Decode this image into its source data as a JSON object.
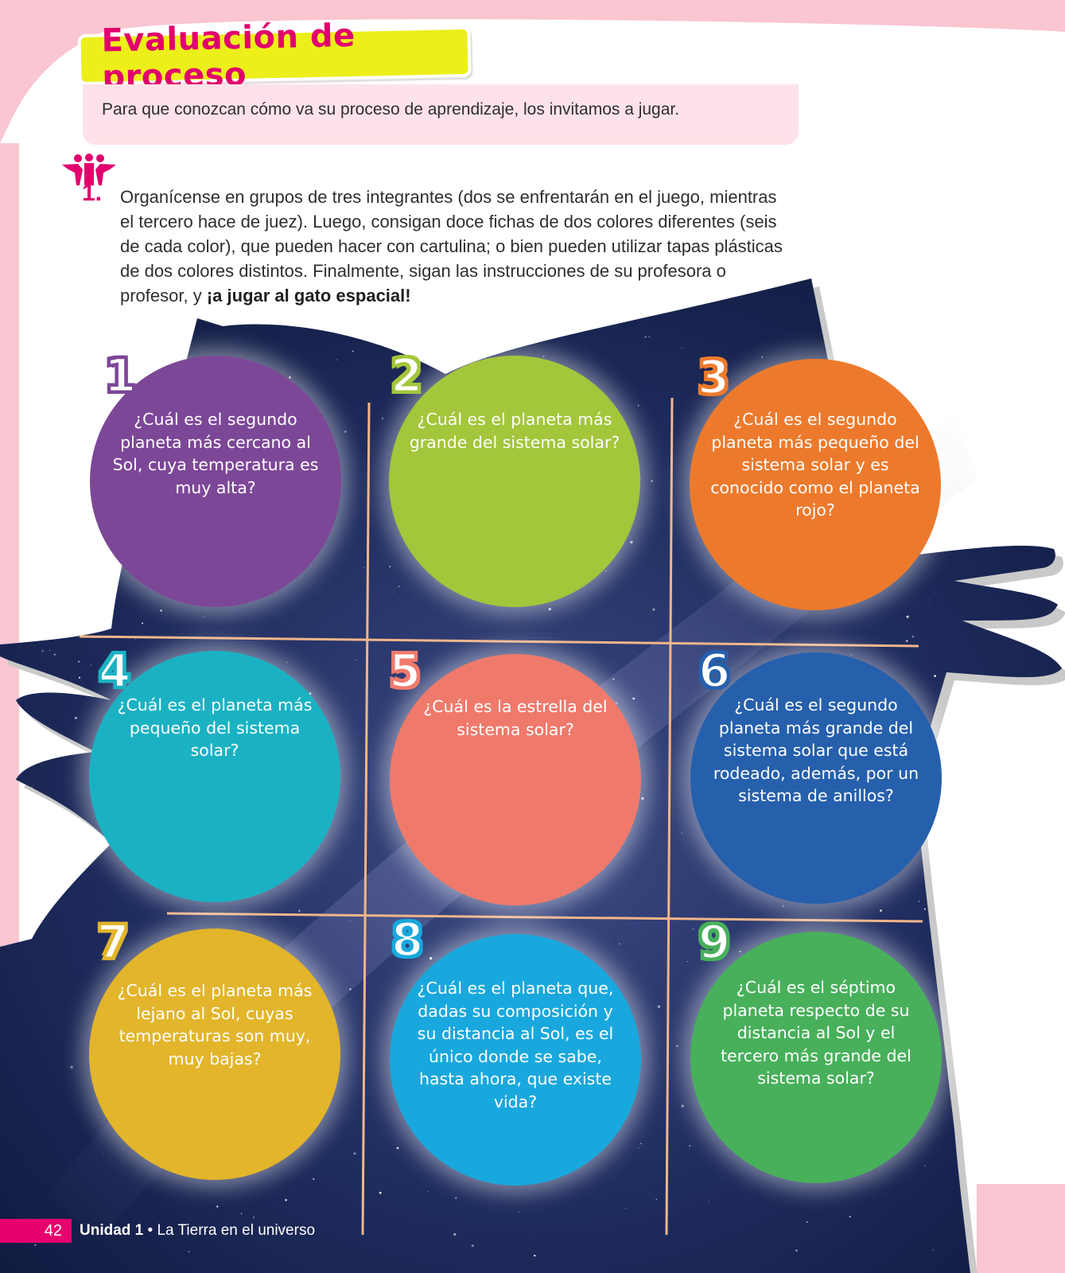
{
  "header": {
    "title": "Evaluación de proceso",
    "subtitle": "Para que conozcan cómo va su proceso de aprendizaje, los invitamos a jugar."
  },
  "activity": {
    "icon": "group-icon",
    "number": "1.",
    "text": "Organícense en grupos de tres integrantes (dos se enfrentarán en el juego, mientras el tercero hace de juez). Luego, consigan doce fichas de dos colores diferentes (seis de cada color), que pueden hacer con cartulina; o bien pueden utilizar tapas plásticas de dos colores distintos. Finalmente, sigan las instrucciones de su profesora o profesor, y",
    "emphasis": "¡a jugar al gato espacial!"
  },
  "grid": {
    "cells": [
      {
        "number": "1",
        "question": "¿Cuál es el segundo planeta más cercano al Sol, cuya temperatura es muy alta?",
        "color": "#7d4797",
        "number_color": "#7d4797"
      },
      {
        "number": "2",
        "question": "¿Cuál es el planeta más grande del sistema solar?",
        "color": "#a3c63b",
        "number_color": "#a3c63b"
      },
      {
        "number": "3",
        "question": "¿Cuál es el segundo planeta más pequeño del sistema solar y es conocido como el planeta rojo?",
        "color": "#ed7a2c",
        "number_color": "#ed7a2c"
      },
      {
        "number": "4",
        "question": "¿Cuál es el planeta más pequeño del sistema solar?",
        "color": "#1ab2c3",
        "number_color": "#1ab2c3"
      },
      {
        "number": "5",
        "question": "¿Cuál es la estrella del sistema solar?",
        "color": "#ef7a6c",
        "number_color": "#ef7a6c"
      },
      {
        "number": "6",
        "question": "¿Cuál es el segundo planeta más grande del sistema solar que está rodeado, además, por un sistema de anillos?",
        "color": "#2660ac",
        "number_color": "#2660ac"
      },
      {
        "number": "7",
        "question": "¿Cuál es el planeta más lejano al Sol, cuyas temperaturas son muy, muy bajas?",
        "color": "#e2b52b",
        "number_color": "#e2b52b"
      },
      {
        "number": "8",
        "question": "¿Cuál es el planeta que, dadas su composición y su distancia al Sol, es el único donde se sabe, hasta ahora, que existe vida?",
        "color": "#19a8dd",
        "number_color": "#19a8dd"
      },
      {
        "number": "9",
        "question": "¿Cuál es el séptimo planeta respecto de su distancia al Sol y el tercero más grande del sistema solar?",
        "color": "#48b05b",
        "number_color": "#48b05b"
      }
    ]
  },
  "footer": {
    "page_number": "42",
    "unit": "Unidad 1",
    "separator": "•",
    "chapter": "La Tierra en el universo"
  },
  "colors": {
    "accent_pink": "#e6006e",
    "light_pink": "#f9c6d2",
    "title_yellow": "#ecef1a",
    "space_navy": "#17244f",
    "grid_line": "#f2b58a"
  }
}
